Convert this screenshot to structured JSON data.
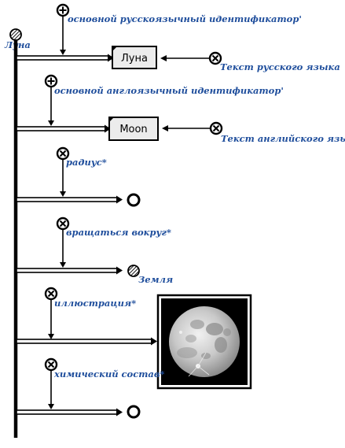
{
  "subject": {
    "label": "Луна",
    "icon": "hatched-circle-icon"
  },
  "properties": [
    {
      "id": "ru-id",
      "label": "основной русскоязычный идентификатор'",
      "marker_icon": "plus-circle-icon",
      "value": {
        "kind": "box",
        "text": "Луна"
      },
      "annotation": {
        "label": "Текст русского языка",
        "icon": "x-circle-icon"
      }
    },
    {
      "id": "en-id",
      "label": "основной англоязычный идентификатор'",
      "marker_icon": "plus-circle-icon",
      "value": {
        "kind": "box",
        "text": "Moon"
      },
      "annotation": {
        "label": "Текст английского языка",
        "icon": "x-circle-icon"
      }
    },
    {
      "id": "radius",
      "label": "радиус*",
      "marker_icon": "x-circle-icon",
      "value": {
        "kind": "empty-circle",
        "icon": "empty-circle-icon"
      }
    },
    {
      "id": "orbits",
      "label": "вращаться вокруг*",
      "marker_icon": "x-circle-icon",
      "value": {
        "kind": "node",
        "icon": "hatched-circle-icon",
        "text": "Земля"
      }
    },
    {
      "id": "illustration",
      "label": "иллюстрация*",
      "marker_icon": "x-circle-icon",
      "value": {
        "kind": "image",
        "icon": "moon-photo-icon"
      }
    },
    {
      "id": "composition",
      "label": "химический состав*",
      "marker_icon": "x-circle-icon",
      "value": {
        "kind": "empty-circle",
        "icon": "empty-circle-icon"
      }
    }
  ],
  "colors": {
    "label_text": "#1f4e9c",
    "line": "#000000",
    "box_fill": "#ececec",
    "photo_bg": "#000000"
  }
}
